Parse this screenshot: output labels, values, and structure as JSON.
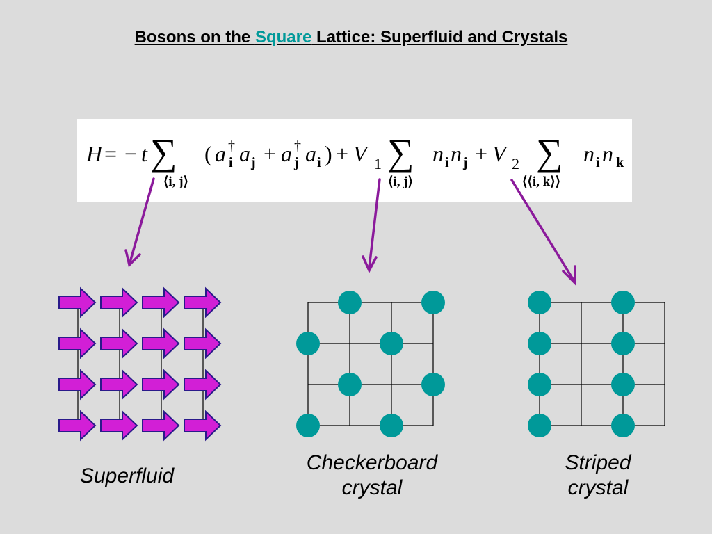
{
  "title": {
    "prefix": "Bosons on the ",
    "accent_word": "Square",
    "suffix": " Lattice: Superfluid and Crystals",
    "accent_color": "#009999"
  },
  "equation": {
    "H": "H",
    "eq": "=",
    "minus": "−",
    "t": "t",
    "sum": "∑",
    "sub_ij": "⟨i, j⟩",
    "sub_ik": "⟨⟨i, k⟩⟩",
    "open_paren": "(",
    "close_paren": ")",
    "a": "a",
    "dagger": "†",
    "i": "i",
    "j": "j",
    "k": "k",
    "plus": "+",
    "V": "V",
    "one": "1",
    "two": "2",
    "n": "n"
  },
  "panels": {
    "superfluid": {
      "label": "Superfluid"
    },
    "checkerboard": {
      "label_line1": "Checkerboard",
      "label_line2": "crystal"
    },
    "striped": {
      "label_line1": "Striped",
      "label_line2": "crystal"
    }
  },
  "colors": {
    "arrow_connector": "#8B1A9B",
    "superfluid_arrow_fill": "#D21FD6",
    "superfluid_arrow_stroke": "#2A1A8A",
    "boson_dot": "#009999",
    "grid_line": "#000000",
    "background": "#dcdcdc"
  }
}
